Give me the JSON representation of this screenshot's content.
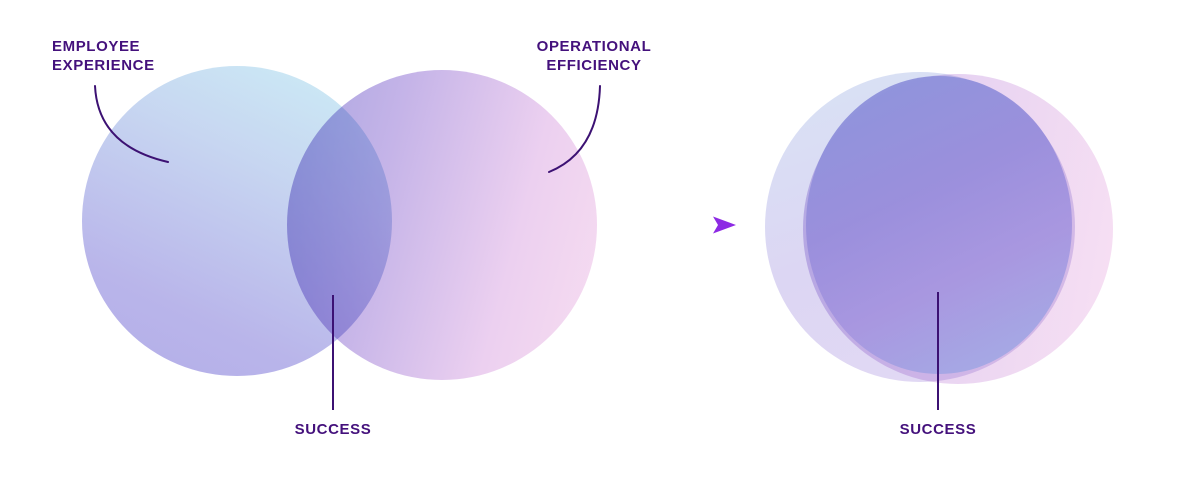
{
  "diagram": {
    "left": {
      "circle_a_label_lines": [
        "EMPLOYEE",
        "EXPERIENCE"
      ],
      "circle_b_label_lines": [
        "OPERATIONAL",
        "EFFICIENCY"
      ],
      "overlap_label": "SUCCESS"
    },
    "right": {
      "overlap_label": "SUCCESS"
    }
  },
  "colors": {
    "text": "#44117c",
    "leader": "#3c1173",
    "arrow": "#8d2ae4",
    "arrow_tail": "#d9c2f5",
    "circle_a_top": "#cdeff6",
    "circle_a_bottom": "#b3ade8",
    "circle_b_left": "#a8a4e0",
    "circle_b_right": "#f7ddf1",
    "merged_overlap_top": "#8a94db",
    "merged_overlap_bottom": "#a2b0e6"
  }
}
